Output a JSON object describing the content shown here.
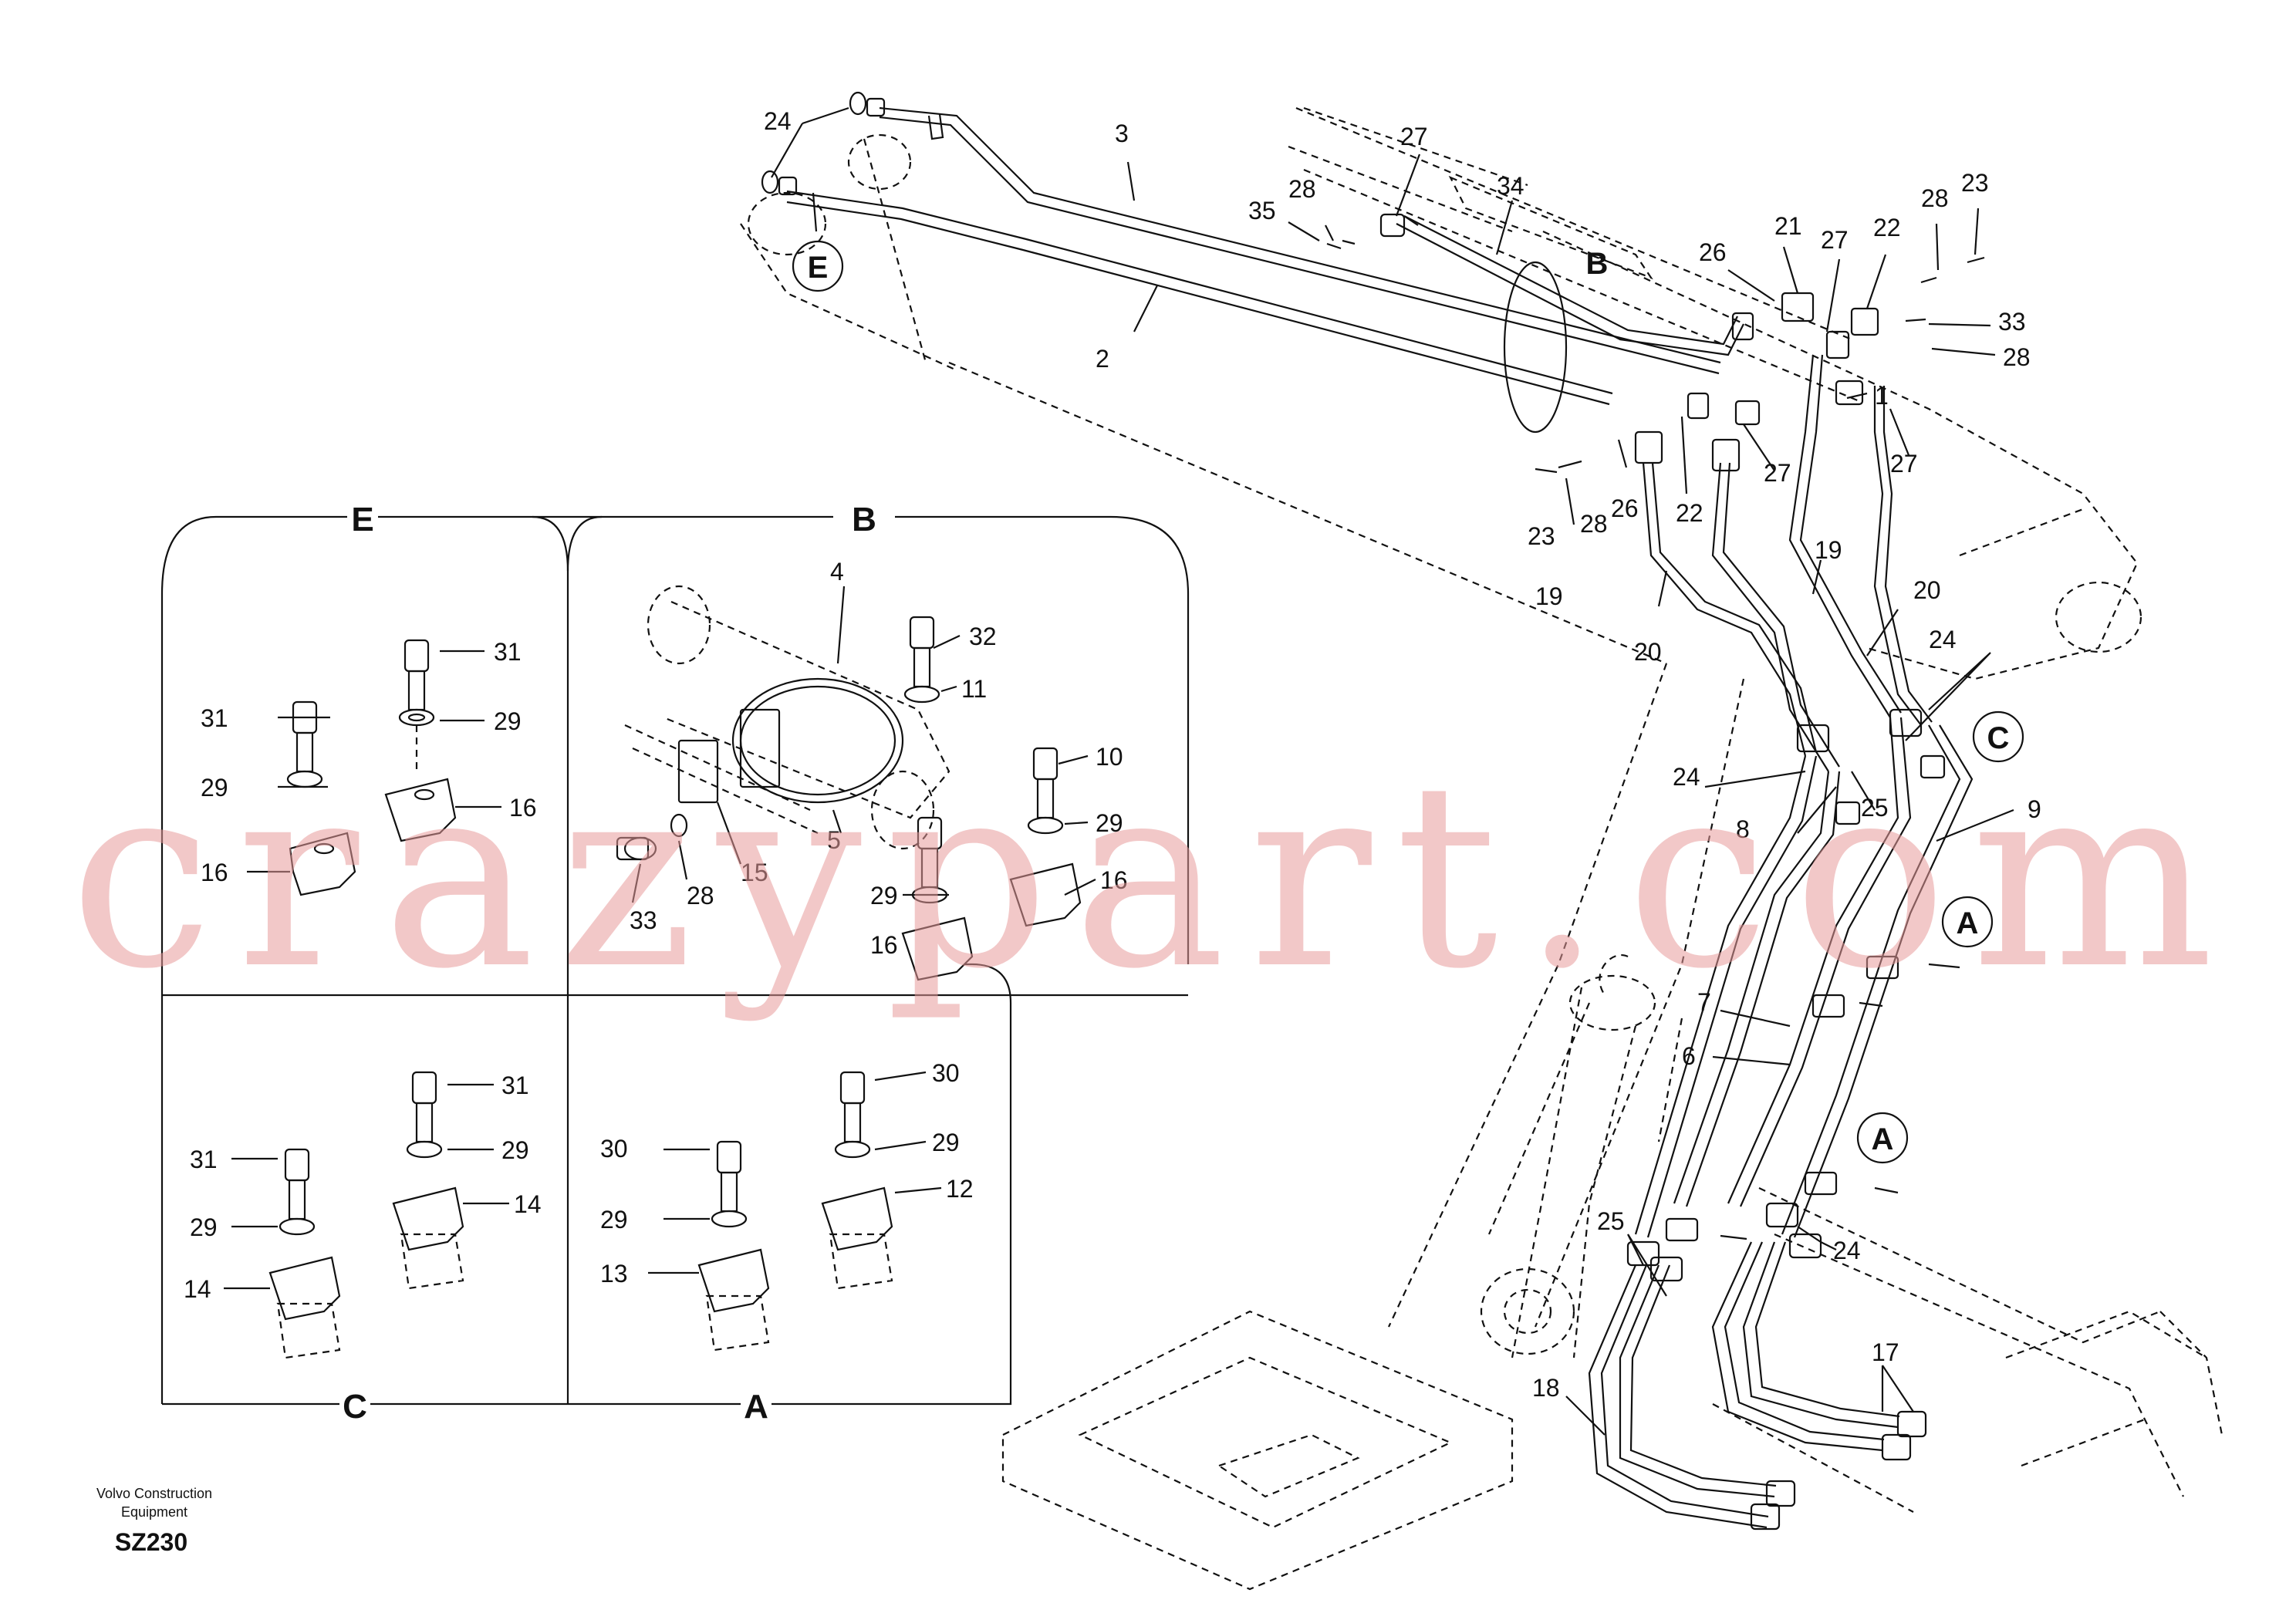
{
  "watermark": "crazypart.com",
  "footer": {
    "maker_line1": "Volvo Construction",
    "maker_line2": "Equipment",
    "code": "SZ230"
  },
  "detail_sections": {
    "E": "E",
    "B": "B",
    "C": "C",
    "A": "A"
  },
  "view_markers": {
    "E": "E",
    "B": "B",
    "C": "C",
    "A1": "A",
    "A2": "A"
  },
  "callouts": {
    "main_24a": "24",
    "main_3": "3",
    "main_27a": "27",
    "main_34": "34",
    "main_28a": "28",
    "main_35": "35",
    "main_2": "2",
    "main_21": "21",
    "main_26a": "26",
    "main_27b": "27",
    "main_22a": "22",
    "main_28b": "28",
    "main_23a": "23",
    "main_33": "33",
    "main_28c": "28",
    "main_1": "1",
    "main_27c": "27",
    "main_27d": "27",
    "main_22b": "22",
    "main_26b": "26",
    "main_28d": "28",
    "main_23b": "23",
    "main_19a": "19",
    "main_19b": "19",
    "main_20a": "20",
    "main_20b": "20",
    "main_24b": "24",
    "main_24c": "24",
    "main_25a": "25",
    "main_8": "8",
    "main_9": "9",
    "main_7": "7",
    "main_6": "6",
    "main_25b": "25",
    "main_24d": "24",
    "main_18": "18",
    "main_17": "17",
    "e_31a": "31",
    "e_29a": "29",
    "e_31b": "31",
    "e_29b": "29",
    "e_16a": "16",
    "e_16b": "16",
    "b_4": "4",
    "b_32": "32",
    "b_11": "11",
    "b_10": "10",
    "b_29a": "29",
    "b_5": "5",
    "b_15": "15",
    "b_28": "28",
    "b_33": "33",
    "b_29b": "29",
    "b_16a": "16",
    "b_16b": "16",
    "c_31a": "31",
    "c_29a": "29",
    "c_31b": "31",
    "c_29b": "29",
    "c_14a": "14",
    "c_14b": "14",
    "a_30a": "30",
    "a_29a": "29",
    "a_30b": "30",
    "a_29b": "29",
    "a_12": "12",
    "a_13": "13"
  }
}
